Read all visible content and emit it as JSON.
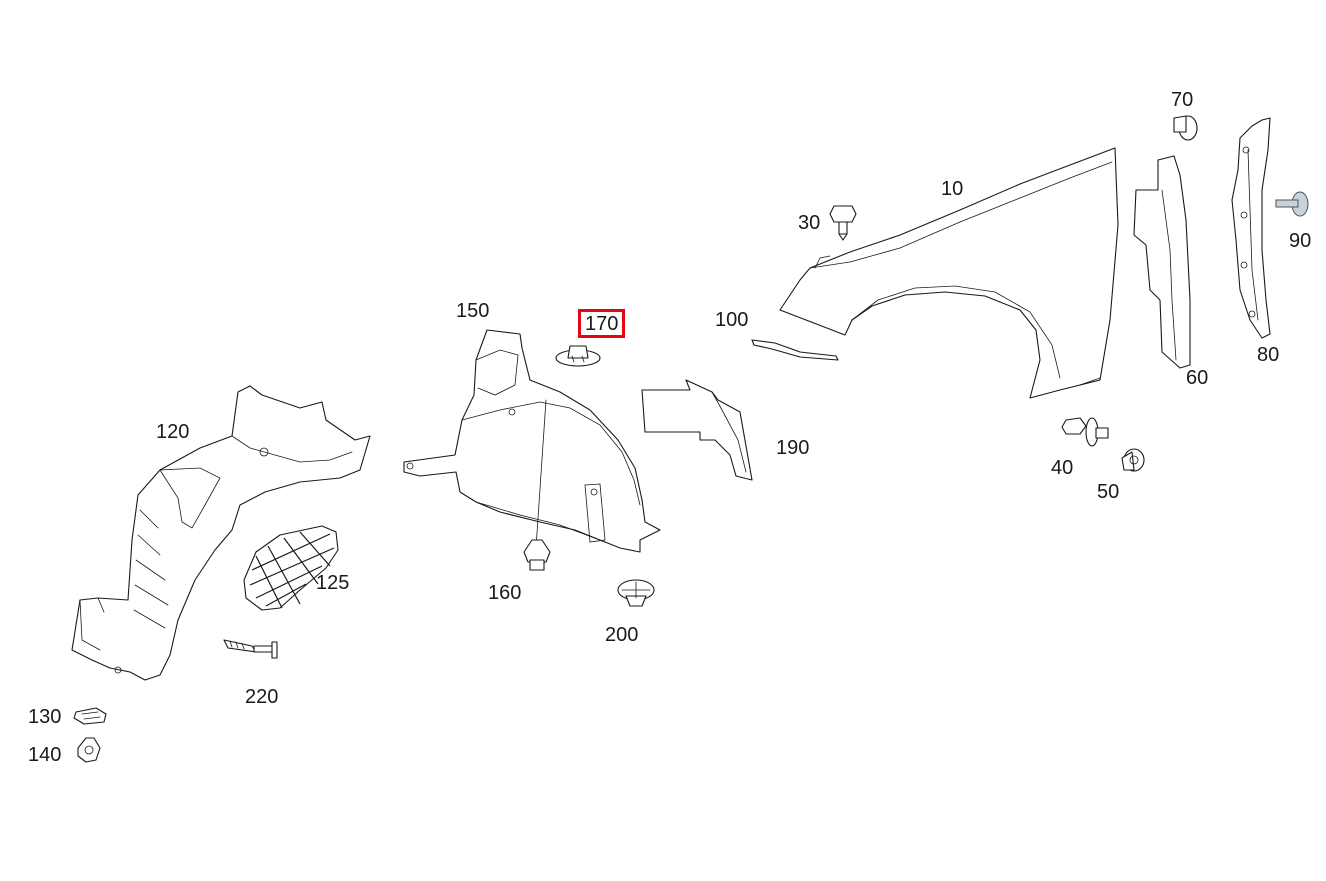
{
  "diagram": {
    "highlight_color": "#e30613",
    "highlighted": "170",
    "callouts": [
      {
        "id": "10",
        "text": "10"
      },
      {
        "id": "30",
        "text": "30"
      },
      {
        "id": "40",
        "text": "40"
      },
      {
        "id": "50",
        "text": "50"
      },
      {
        "id": "60",
        "text": "60"
      },
      {
        "id": "70",
        "text": "70"
      },
      {
        "id": "80",
        "text": "80"
      },
      {
        "id": "90",
        "text": "90"
      },
      {
        "id": "100",
        "text": "100"
      },
      {
        "id": "120",
        "text": "120"
      },
      {
        "id": "125",
        "text": "125"
      },
      {
        "id": "130",
        "text": "130"
      },
      {
        "id": "140",
        "text": "140"
      },
      {
        "id": "150",
        "text": "150"
      },
      {
        "id": "160",
        "text": "160"
      },
      {
        "id": "170",
        "text": "170"
      },
      {
        "id": "190",
        "text": "190"
      },
      {
        "id": "200",
        "text": "200"
      },
      {
        "id": "220",
        "text": "220"
      }
    ]
  }
}
